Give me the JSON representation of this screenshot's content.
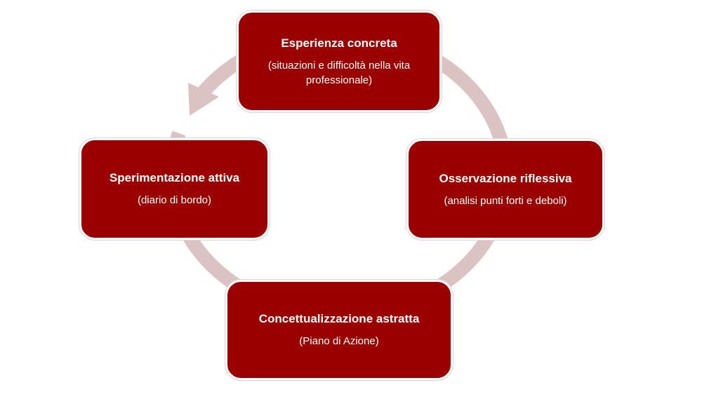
{
  "colors": {
    "box_fill": "#9b0000",
    "box_text": "#ffffff",
    "cycle_arrow": "#dcc3c3"
  },
  "diagram_type": "cycle",
  "stages": [
    {
      "title": "Esperienza concreta",
      "note": "(situazioni e difficoltà nella vita professionale)"
    },
    {
      "title": "Osservazione riflessiva",
      "note": "(analisi punti forti e deboli)"
    },
    {
      "title": "Concettualizzazione astratta",
      "note": "(Piano di Azione)"
    },
    {
      "title": "Sperimentazione attiva",
      "note": "(diario di bordo)"
    }
  ]
}
